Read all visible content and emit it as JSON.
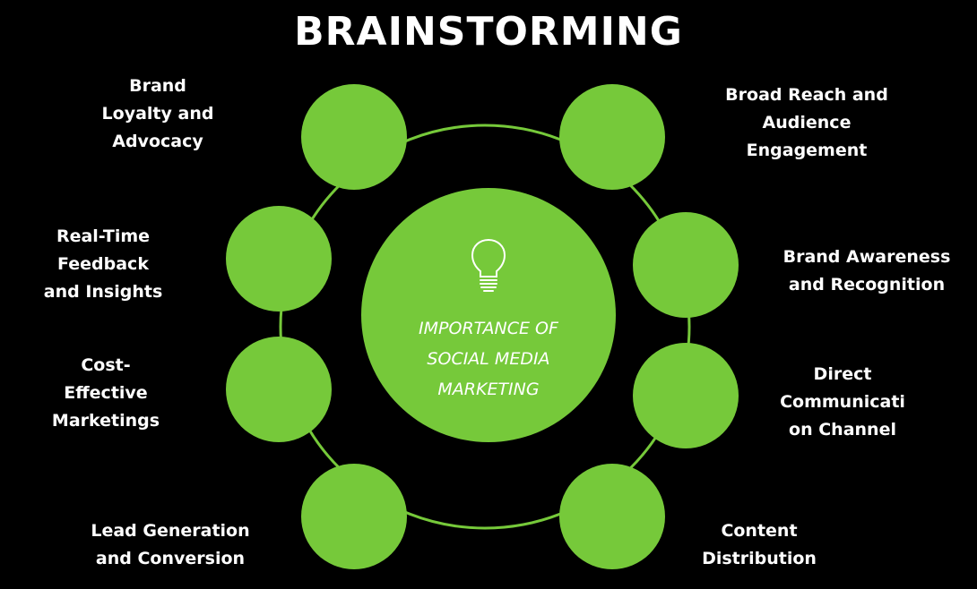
{
  "title": "BRAINSTORMING",
  "center": {
    "text": "IMPORTANCE OF\nSOCIAL MEDIA\nMARKETING",
    "icon": "lightbulb-icon"
  },
  "labels": {
    "brand_loyalty": "Brand\nLoyalty and\nAdvocacy",
    "broad_reach": "Broad Reach and\nAudience\nEngagement",
    "real_time_feedback": "Real-Time\nFeedback\nand Insights",
    "brand_awareness": "Brand Awareness\nand Recognition",
    "cost_effective": "Cost-\nEffective\nMarketings",
    "direct_communication": "Direct\nCommunicati\non Channel",
    "lead_generation": "Lead Generation\nand Conversion",
    "content_distribution": "Content\nDistribution"
  },
  "colors": {
    "background": "#000000",
    "node_fill": "#76C93A",
    "ring_stroke": "#76C93A",
    "text": "#ffffff"
  }
}
